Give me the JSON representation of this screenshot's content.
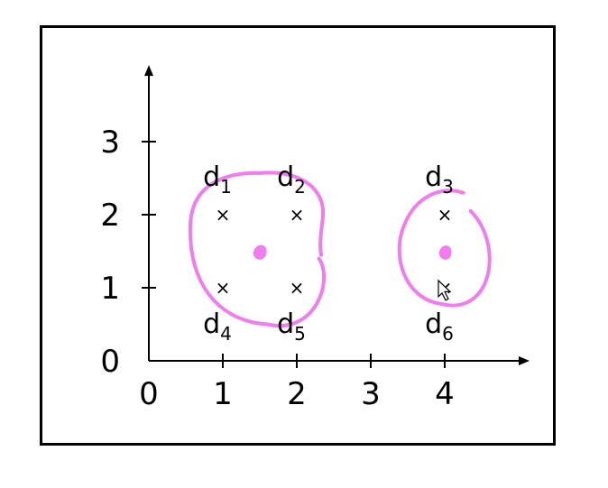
{
  "chart_data": {
    "type": "scatter",
    "title": "",
    "xlabel": "",
    "ylabel": "",
    "xlim": [
      0,
      5
    ],
    "ylim": [
      0,
      3.9
    ],
    "x_ticks": [
      0,
      1,
      2,
      3,
      4
    ],
    "y_ticks": [
      0,
      1,
      2,
      3
    ],
    "points": [
      {
        "label": "d",
        "sub": "1",
        "x": 1,
        "y": 2,
        "label_pos": "above"
      },
      {
        "label": "d",
        "sub": "2",
        "x": 2,
        "y": 2,
        "label_pos": "above"
      },
      {
        "label": "d",
        "sub": "3",
        "x": 4,
        "y": 2,
        "label_pos": "above"
      },
      {
        "label": "d",
        "sub": "4",
        "x": 1,
        "y": 1,
        "label_pos": "below"
      },
      {
        "label": "d",
        "sub": "5",
        "x": 2,
        "y": 1,
        "label_pos": "below"
      },
      {
        "label": "d",
        "sub": "6",
        "x": 4,
        "y": 1,
        "label_pos": "below"
      }
    ],
    "marker": "×",
    "annotations": {
      "color": "#f07cf0",
      "clusters": [
        {
          "center": [
            1.5,
            1.5
          ],
          "members": [
            "d1",
            "d2",
            "d4",
            "d5"
          ]
        },
        {
          "center": [
            4,
            1.5
          ],
          "members": [
            "d3",
            "d6"
          ]
        }
      ]
    }
  }
}
